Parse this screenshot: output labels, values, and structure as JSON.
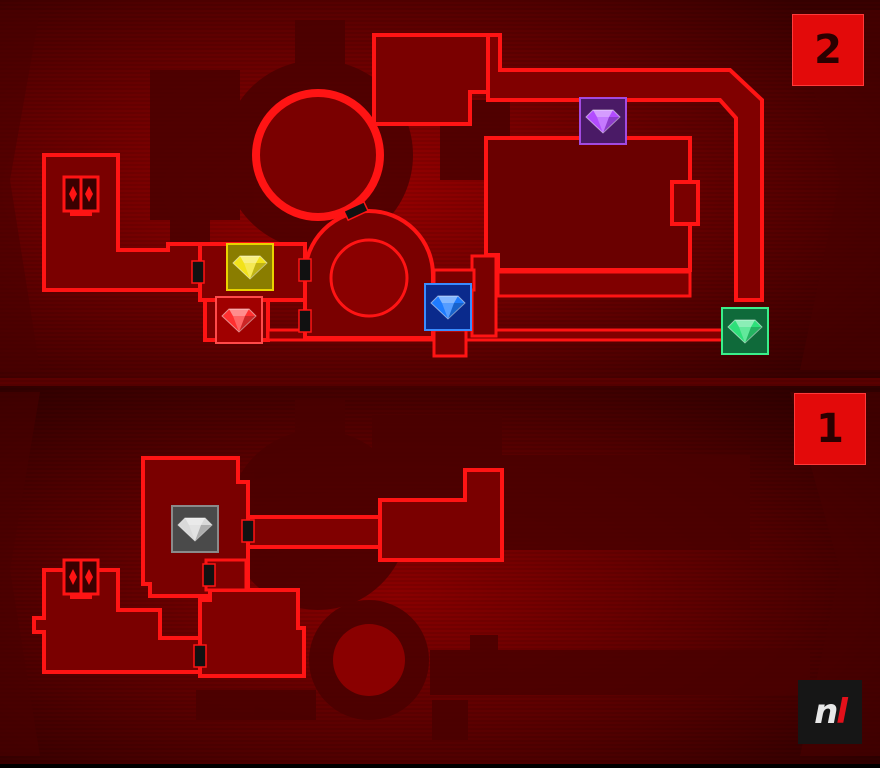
{
  "floors": [
    {
      "id": "floor-2",
      "label": "2"
    },
    {
      "id": "floor-1",
      "label": "1"
    }
  ],
  "gems": [
    {
      "id": "yellow",
      "name": "yellow-gem",
      "fill": "#f2e21a",
      "bg": "#8a7d00",
      "border": "#e8d300"
    },
    {
      "id": "red",
      "name": "red-gem",
      "fill": "#ff3030",
      "bg": "#a00000",
      "border": "#ff4a4a"
    },
    {
      "id": "blue",
      "name": "blue-gem",
      "fill": "#1e7cff",
      "bg": "#0a2a8c",
      "border": "#3a8cff"
    },
    {
      "id": "purple",
      "name": "purple-gem",
      "fill": "#b24cff",
      "bg": "#4a1a66",
      "border": "#a24ae0"
    },
    {
      "id": "green",
      "name": "green-gem",
      "fill": "#2ee07a",
      "bg": "#0f6a3a",
      "border": "#3aef8a"
    },
    {
      "id": "gray",
      "name": "gray-gem",
      "fill": "#d9d9d9",
      "bg": "#4a4a4a",
      "border": "#8a8a8a"
    }
  ],
  "icons": {
    "door": "door-marker-icon",
    "exit": "exit-door-icon"
  },
  "colors": {
    "background": "#3a0000",
    "wall": "#ff1414",
    "room": "#7a0000",
    "accent": "#e30a0a"
  },
  "logo": {
    "part1": "n",
    "part2": "l"
  }
}
